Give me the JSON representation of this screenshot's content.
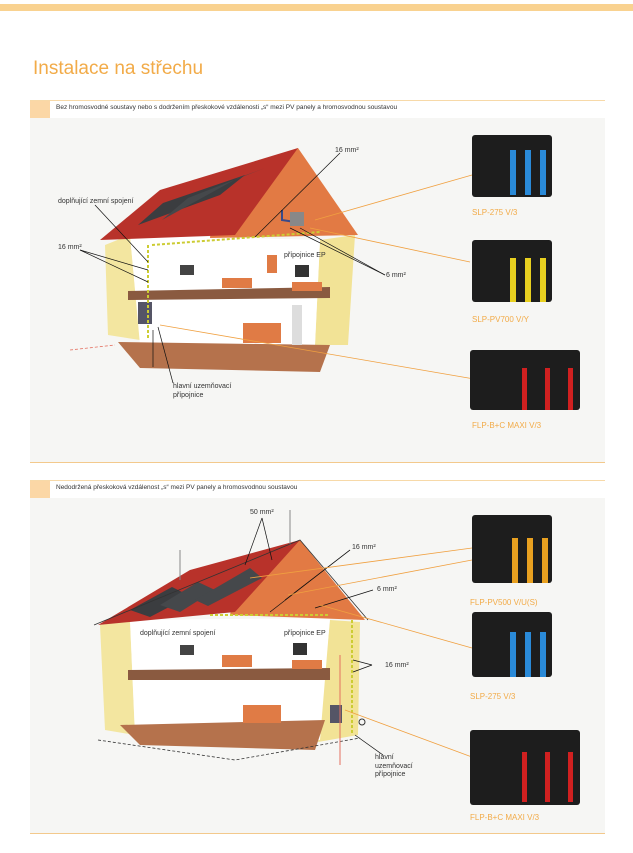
{
  "page_title": "Instalace na střechu",
  "colors": {
    "accent": "#f2ab48",
    "bar": "#f9d290"
  },
  "sections": [
    {
      "caption": "Bez hromosvodné soustavy nebo s dodržením přeskokové vzdálenosti „s“ mezi PV panely a hromosvodnou soustavou",
      "labels": {
        "l1": "16 mm²",
        "l2": "doplňující zemní spojení",
        "l3": "16 mm²",
        "l4": "přípojnice EP",
        "l5": "6 mm²",
        "l6a": "hlavní uzemňovací",
        "l6b": "přípojnice"
      },
      "products": [
        "SLP-275 V/3",
        "SLP-PV700 V/Y",
        "FLP-B+C MAXI V/3"
      ]
    },
    {
      "caption": "Nedodržená přeskoková vzdálenost „s“ mezi PV panely a hromosvodnou soustavou",
      "labels": {
        "l1": "50 mm²",
        "l2": "16 mm²",
        "l3": "6 mm²",
        "l4": "doplňující zemní spojení",
        "l5": "přípojnice EP",
        "l6": "16 mm²",
        "l7a": "hlavní",
        "l7b": "uzemňovací",
        "l7c": "přípojnice"
      },
      "products": [
        "FLP-PV500 V/U(S)",
        "SLP-275 V/3",
        "FLP-B+C MAXI V/3"
      ]
    }
  ]
}
